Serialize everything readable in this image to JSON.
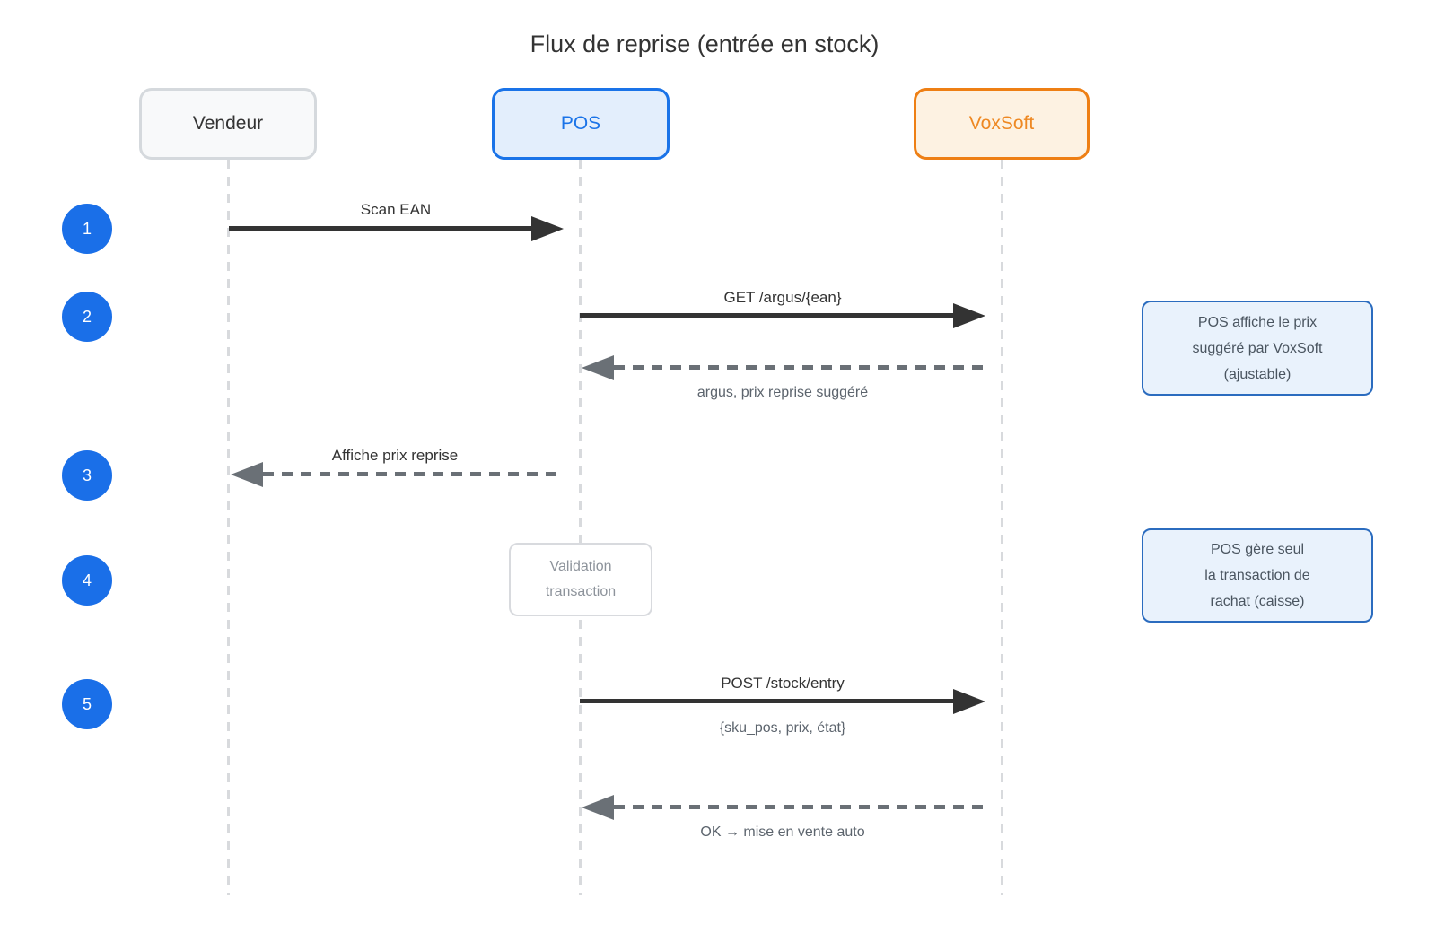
{
  "title": "Flux de reprise (entrée en stock)",
  "actors": [
    {
      "id": "vendeur",
      "label": "Vendeur"
    },
    {
      "id": "pos",
      "label": "POS"
    },
    {
      "id": "voxsoft",
      "label": "VoxSoft"
    }
  ],
  "steps": [
    "1",
    "2",
    "3",
    "4",
    "5"
  ],
  "messages": {
    "scan_ean": "Scan EAN",
    "get_argus": "GET /argus/{ean}",
    "argus_return": "argus, prix reprise suggéré",
    "affiche_prix": "Affiche prix reprise",
    "validation_line1": "Validation",
    "validation_line2": "transaction",
    "post_stock": "POST /stock/entry",
    "post_payload": "{sku_pos, prix, état}",
    "ok_return": "OK → mise en vente auto"
  },
  "notes": [
    {
      "lines": [
        "POS affiche le prix",
        "suggéré par VoxSoft",
        "(ajustable)"
      ]
    },
    {
      "lines": [
        "POS gère seul",
        "la transaction de",
        "rachat (caisse)"
      ]
    }
  ],
  "colors": {
    "blue_accent": "#1a73e8",
    "orange_accent": "#ee7f14",
    "step_badge": "#1a6fe8",
    "solid_arrow": "#333333",
    "dashed_arrow": "#6a7076",
    "note_border": "#2b6cbf",
    "note_fill": "#e9f2fc",
    "lifeline": "#d8dadd"
  }
}
